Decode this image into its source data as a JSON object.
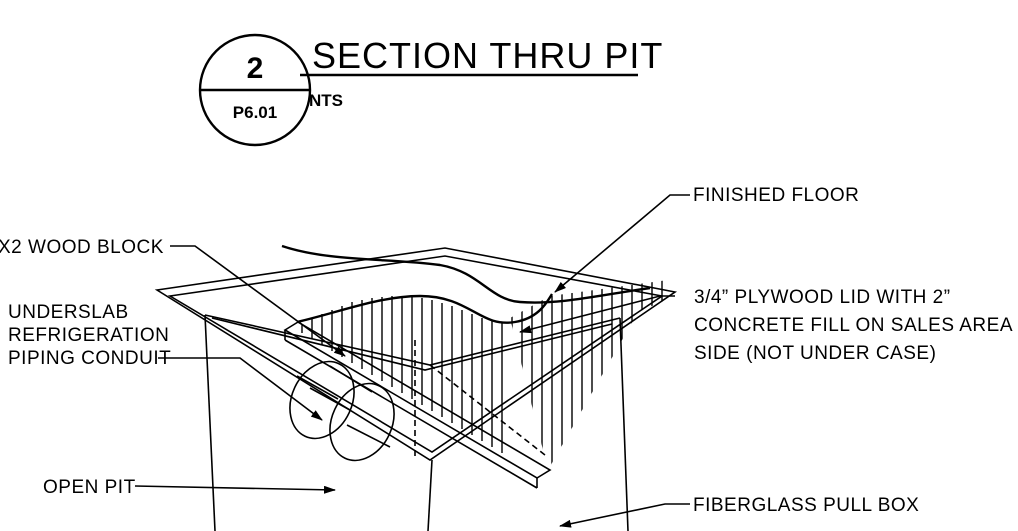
{
  "title_block": {
    "detail_number": "2",
    "sheet_ref": "P6.01",
    "title": "SECTION THRU PIT",
    "scale": "NTS"
  },
  "labels": {
    "finished_floor": "FINISHED FLOOR",
    "wood_block": "X2 WOOD BLOCK",
    "underslab_1": "UNDERSLAB",
    "underslab_2": "REFRIGERATION",
    "underslab_3": "PIPING CONDUIT",
    "plywood_1": "3/4” PLYWOOD LID WITH 2”",
    "plywood_2": "CONCRETE FILL ON SALES AREA",
    "plywood_3": "SIDE (NOT UNDER CASE)",
    "open_pit": "OPEN PIT",
    "pull_box": "FIBERGLASS PULL BOX"
  }
}
